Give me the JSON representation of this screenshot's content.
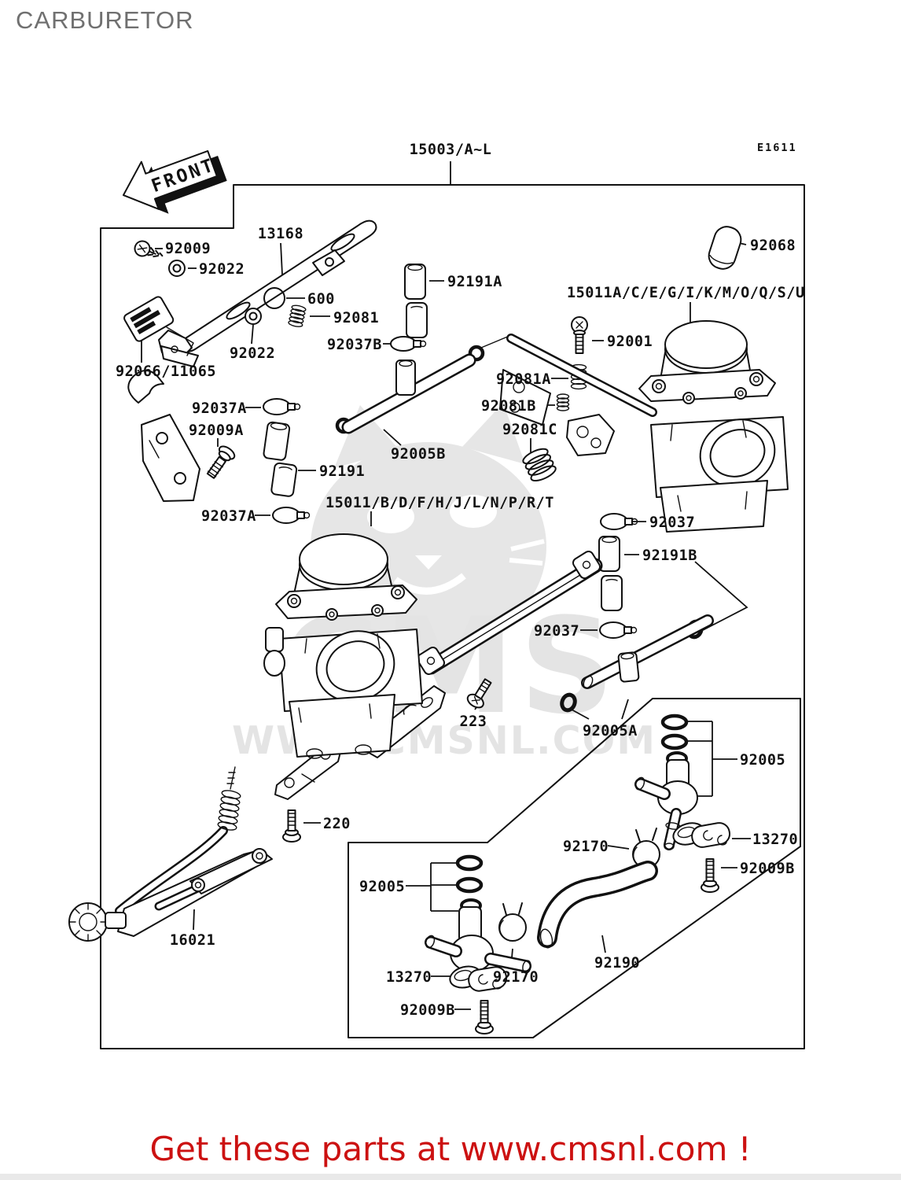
{
  "title": "CARBURETOR",
  "meta": {
    "code": "E1611",
    "front": "FRONT"
  },
  "watermark": {
    "brand": "CMS",
    "url": "WWW.CMSNL.COM"
  },
  "footer": {
    "text": "Get these parts at www.cmsnl.com !",
    "color": "#cc1111"
  },
  "colors": {
    "line": "#111111",
    "title": "#707070",
    "watermark": "#e6e6e6"
  },
  "parts": [
    {
      "ref": "15003/A~L"
    },
    {
      "ref": "13168"
    },
    {
      "ref": "92009"
    },
    {
      "ref": "92022"
    },
    {
      "ref": "600"
    },
    {
      "ref": "92081"
    },
    {
      "ref": "92022"
    },
    {
      "ref": "92066/11065"
    },
    {
      "ref": "92037A"
    },
    {
      "ref": "92009A"
    },
    {
      "ref": "92191"
    },
    {
      "ref": "92037B"
    },
    {
      "ref": "92191A"
    },
    {
      "ref": "92005B"
    },
    {
      "ref": "15011/B/D/F/H/J/L/N/P/R/T"
    },
    {
      "ref": "92037A"
    },
    {
      "ref": "92068"
    },
    {
      "ref": "15011A/C/E/G/I/K/M/O/Q/S/U"
    },
    {
      "ref": "92001"
    },
    {
      "ref": "92081A"
    },
    {
      "ref": "92081B"
    },
    {
      "ref": "92081C"
    },
    {
      "ref": "92037"
    },
    {
      "ref": "92191B"
    },
    {
      "ref": "92037"
    },
    {
      "ref": "92005A"
    },
    {
      "ref": "92005"
    },
    {
      "ref": "13270"
    },
    {
      "ref": "92009B"
    },
    {
      "ref": "92170"
    },
    {
      "ref": "92005"
    },
    {
      "ref": "13270"
    },
    {
      "ref": "92009B"
    },
    {
      "ref": "92170"
    },
    {
      "ref": "92190"
    },
    {
      "ref": "220"
    },
    {
      "ref": "223"
    },
    {
      "ref": "16021"
    }
  ]
}
